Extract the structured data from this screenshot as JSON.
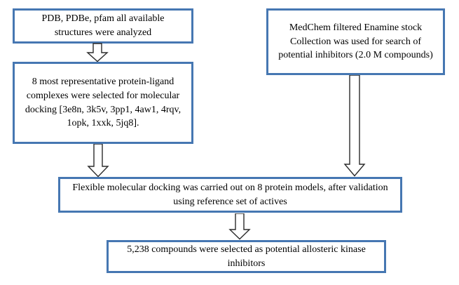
{
  "flowchart": {
    "nodes": {
      "pdb_analysis": {
        "text": "PDB, PDBe, pfam all available structures were analyzed"
      },
      "complex_selection": {
        "text": "8 most representative protein-ligand complexes were selected for molecular docking [3e8n, 3k5v, 3pp1, 4aw1, 4rqv, 1opk, 1xxk, 5jq8]."
      },
      "medchem_library": {
        "text": "MedChem filtered Enamine stock Collection was used for search of potential inhibitors (2.0 M compounds)"
      },
      "docking": {
        "text": "Flexible molecular docking was carried out on 8 protein models, after validation using reference set of actives"
      },
      "result": {
        "text": "5,238 compounds were selected as potential allosteric kinase inhibitors"
      }
    },
    "edges": [
      {
        "from": "pdb_analysis",
        "to": "complex_selection"
      },
      {
        "from": "complex_selection",
        "to": "docking"
      },
      {
        "from": "medchem_library",
        "to": "docking"
      },
      {
        "from": "docking",
        "to": "result"
      }
    ],
    "colors": {
      "box_border": "#4677b2",
      "box_fill": "#ffffff",
      "arrow_fill": "#ffffff",
      "arrow_outline": "#2b2b2b",
      "text": "#000000",
      "background": "#ffffff"
    }
  }
}
